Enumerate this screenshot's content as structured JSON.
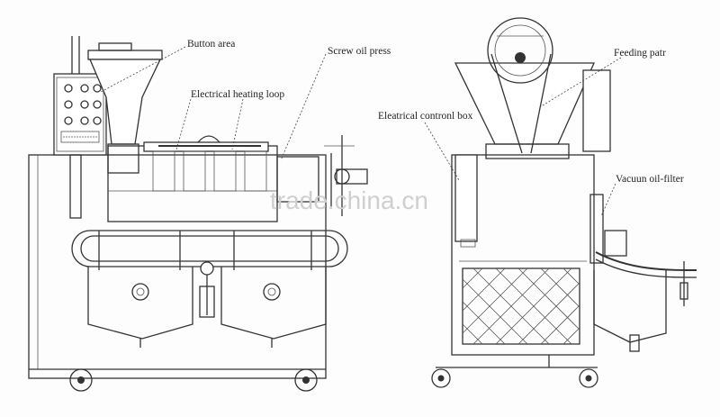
{
  "labels": {
    "button_area": "Button area",
    "screw_oil_press": "Screw oil press",
    "electrical_heating_loop": "Electrical heating loop",
    "electrical_control_box": "Eleatrical contronl box",
    "feeding_part": "Feeding patr",
    "vacuum_oil_filter": "Vacuun oil-filter"
  },
  "watermark": "trade.china.cn",
  "colors": {
    "line": "#333333",
    "watermark": "#cfcfcf",
    "background": "#fdfdfd"
  }
}
